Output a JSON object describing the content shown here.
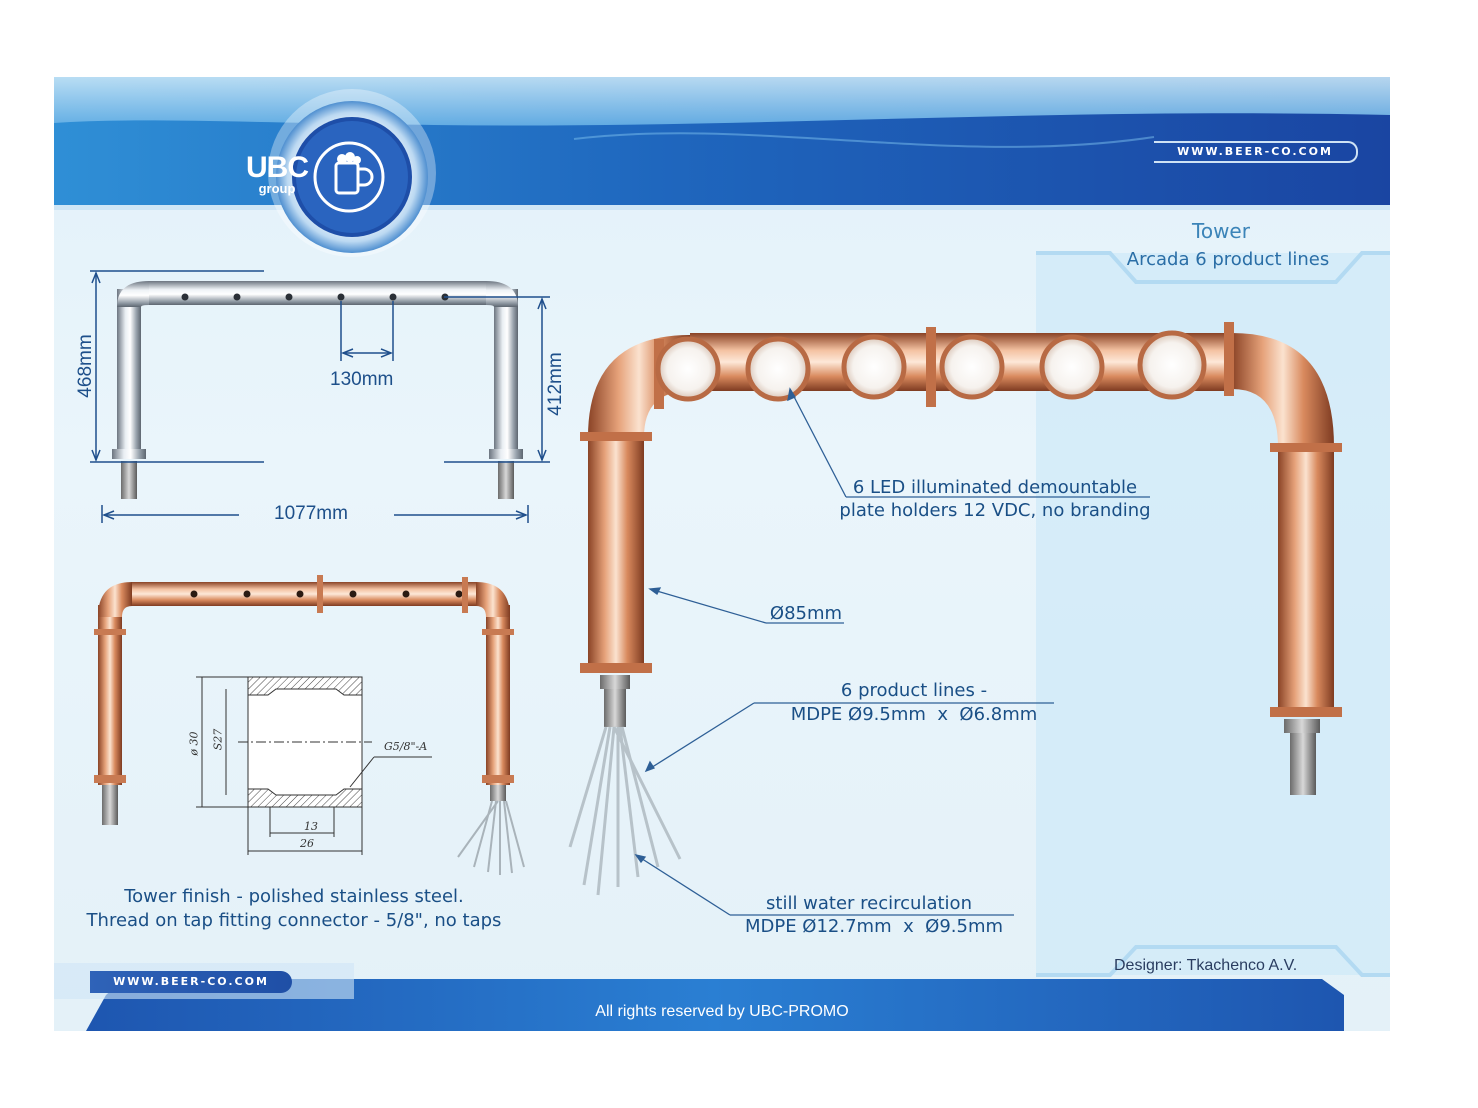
{
  "header": {
    "logo_text": "UBC",
    "logo_sub": "group",
    "website_top": "WWW.BEER-CO.COM"
  },
  "title": {
    "line1": "Tower",
    "line2": "Arcada 6 product lines"
  },
  "dimensions": {
    "height_total": "468mm",
    "height_inner": "412mm",
    "spacing": "130mm",
    "width": "1077mm"
  },
  "fitting_drawing": {
    "outer_diameter": "ø 30",
    "thread": "S27",
    "thread_spec": "G5/8\"-A",
    "inner_length": "13",
    "total_length": "26"
  },
  "callouts": {
    "led_line1": "6 LED illuminated demountable",
    "led_line2": "plate holders 12 VDC, no branding",
    "diameter": "Ø85mm",
    "lines_line1": "6 product lines -",
    "lines_line2": "MDPE Ø9.5mm  x  Ø6.8mm",
    "water_line1": "still water recirculation",
    "water_line2": "MDPE Ø12.7mm  x  Ø9.5mm"
  },
  "caption": {
    "line1": "Tower finish - polished stainless steel.",
    "line2": "Thread on tap fitting connector - 5/8\", no taps"
  },
  "designer": "Designer: Tkachenco A.V.",
  "website_bottom": "WWW.BEER-CO.COM",
  "footer": "All rights reserved by UBC-PROMO",
  "colors": {
    "brand_blue": "#1f4fa6",
    "copper": "#c8744a",
    "chrome": "#b8c2cc",
    "label_blue": "#1a4f86"
  }
}
